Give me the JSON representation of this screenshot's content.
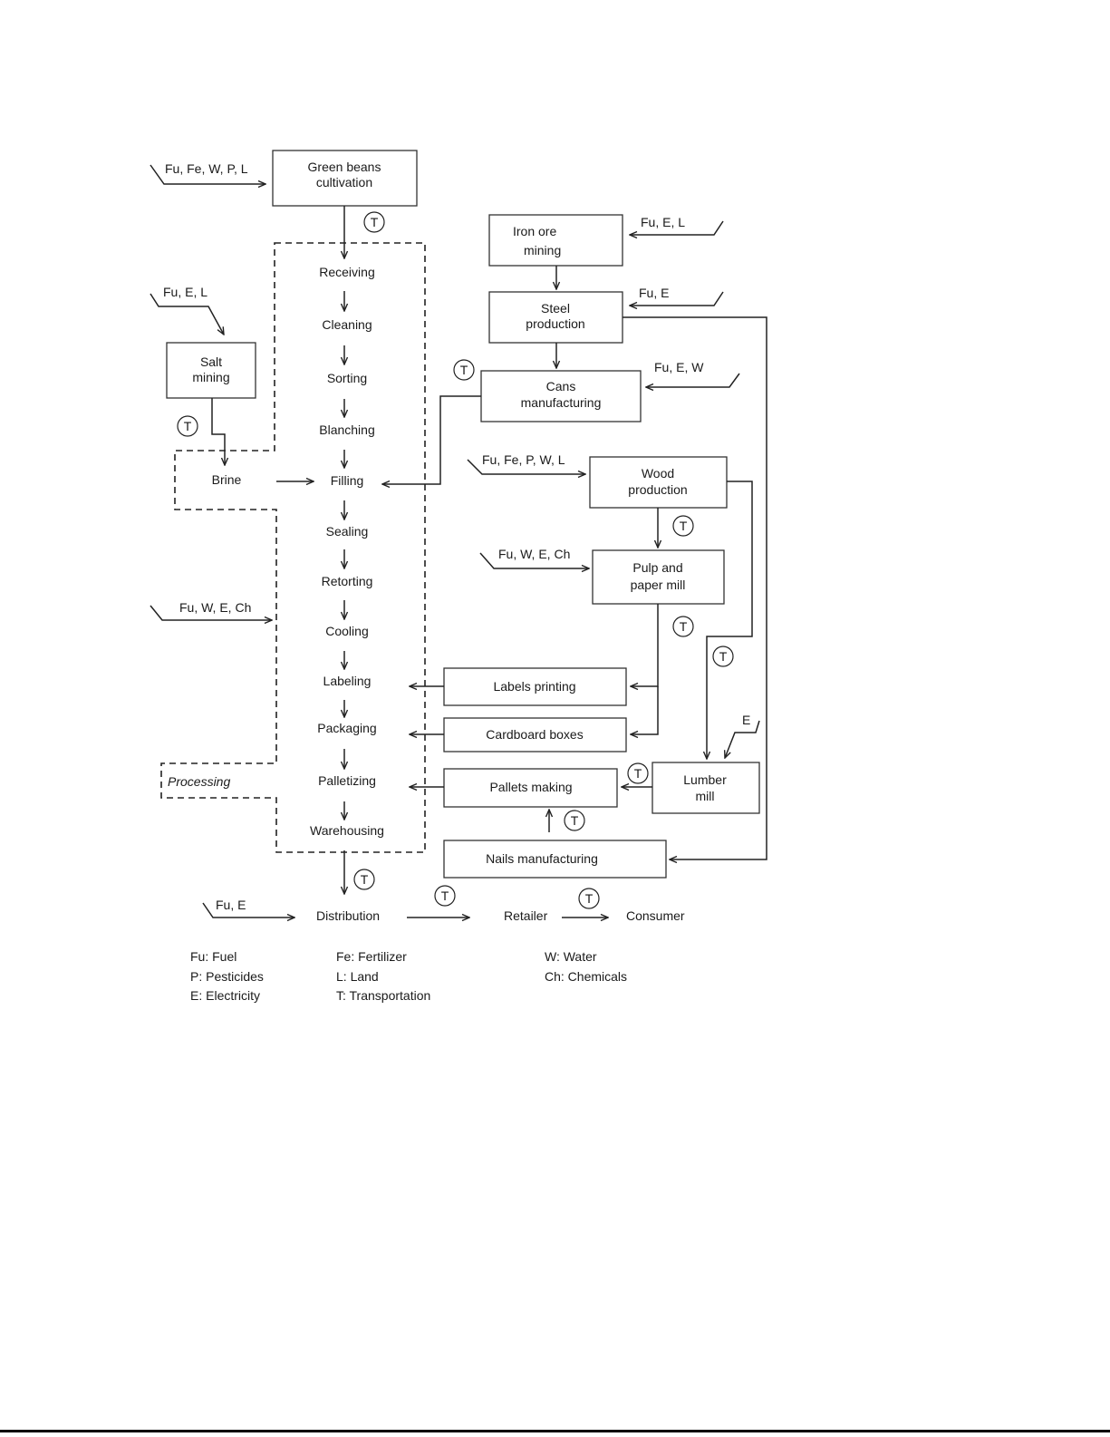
{
  "colors": {
    "line": "#222222",
    "background": "#ffffff",
    "text": "#1a1a1a"
  },
  "transport_symbol": "T",
  "boxes": {
    "green_beans": [
      "Green beans",
      "cultivation"
    ],
    "iron_ore": [
      "Iron ore",
      "mining"
    ],
    "steel": [
      "Steel",
      "production"
    ],
    "cans": [
      "Cans",
      "manufacturing"
    ],
    "salt": [
      "Salt",
      "mining"
    ],
    "wood": [
      "Wood",
      "production"
    ],
    "pulp": [
      "Pulp and",
      "paper mill"
    ],
    "labels": "Labels printing",
    "cardboard": "Cardboard boxes",
    "pallets": "Pallets making",
    "lumber": [
      "Lumber",
      "mill"
    ],
    "nails": "Nails manufacturing"
  },
  "inputs": {
    "green_beans": "Fu, Fe, W, P, L",
    "iron_ore": "Fu, E, L",
    "steel": "Fu, E",
    "salt": "Fu, E, L",
    "cans": "Fu, E, W",
    "wood": "Fu, Fe, P, W, L",
    "pulp": "Fu, W, E, Ch",
    "processing": "Fu, W, E, Ch",
    "lumber": "E",
    "distribution": "Fu, E"
  },
  "processing_steps": [
    "Receiving",
    "Cleaning",
    "Sorting",
    "Blanching",
    "Filling",
    "Sealing",
    "Retorting",
    "Cooling",
    "Labeling",
    "Packaging",
    "Palletizing",
    "Warehousing"
  ],
  "processing_label": "Processing",
  "brine": "Brine",
  "chain": {
    "distribution": "Distribution",
    "retailer": "Retailer",
    "consumer": "Consumer"
  },
  "legend": [
    [
      "Fu: Fuel",
      "P: Pesticides",
      "E: Electricity"
    ],
    [
      "Fe: Fertilizer",
      "L: Land",
      "T: Transportation"
    ],
    [
      "W: Water",
      "Ch: Chemicals"
    ]
  ]
}
